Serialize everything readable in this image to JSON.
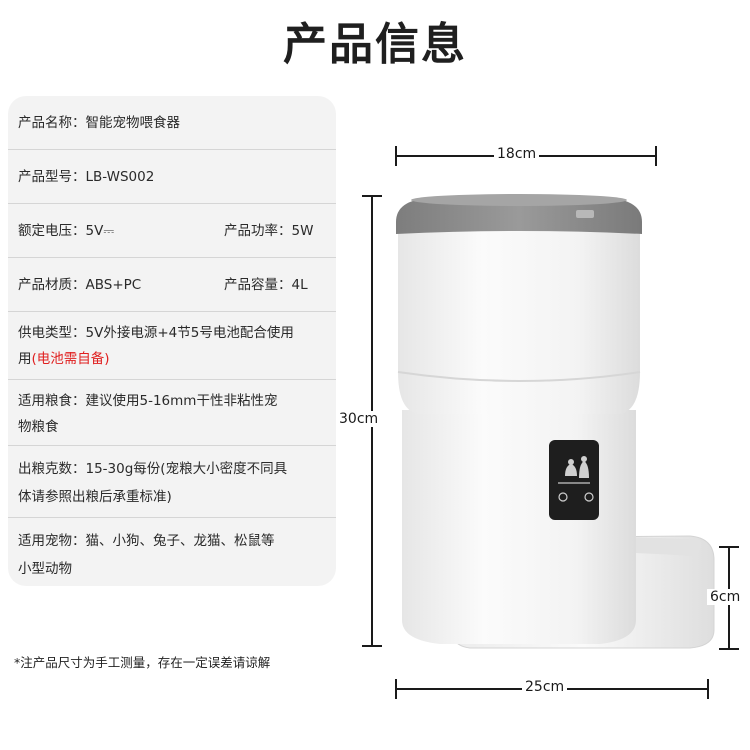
{
  "title": "产品信息",
  "specs": {
    "name": "产品名称：智能宠物喂食器",
    "model": "产品型号：LB-WS002",
    "voltage": "额定电压：5V⎓",
    "power": "产品功率：5W",
    "material": "产品材质：ABS+PC",
    "capacity": "产品容量：4L",
    "supply_line1": "供电类型：5V外接电源+4节5号电池配合使用",
    "supply_line2_prefix": "用",
    "supply_line2_red": "(电池需自备)",
    "food_line1": "适用粮食：建议使用5-16mm干性非粘性宠",
    "food_line2": "物粮食",
    "amount_line1": "出粮克数：15-30g每份(宠粮大小密度不同具",
    "amount_line2": "体请参照出粮后承重标准)",
    "pets_line1": "适用宠物：猫、小狗、兔子、龙猫、松鼠等",
    "pets_line2": "小型动物"
  },
  "footnote": "*注产品尺寸为手工测量，存在一定误差请谅解",
  "dimensions": {
    "width_top": "18cm",
    "height": "30cm",
    "bowl_height": "6cm",
    "width_bottom": "25cm"
  },
  "colors": {
    "panel_bg": "#f3f3f3",
    "lid": "#8a8a8a",
    "body": "#f4f4f4",
    "accent_red": "#e02020"
  }
}
